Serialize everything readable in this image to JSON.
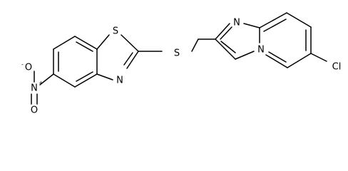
{
  "atoms": {
    "o_minus": "O",
    "o_minus_charge": "-",
    "n_nitro": "N",
    "n_nitro_charge": "+",
    "o_double": "O",
    "s_ring": "S",
    "n_ring": "N",
    "s_link": "S",
    "n_imid": "N",
    "n_bridge": "N",
    "cl": "Cl"
  }
}
